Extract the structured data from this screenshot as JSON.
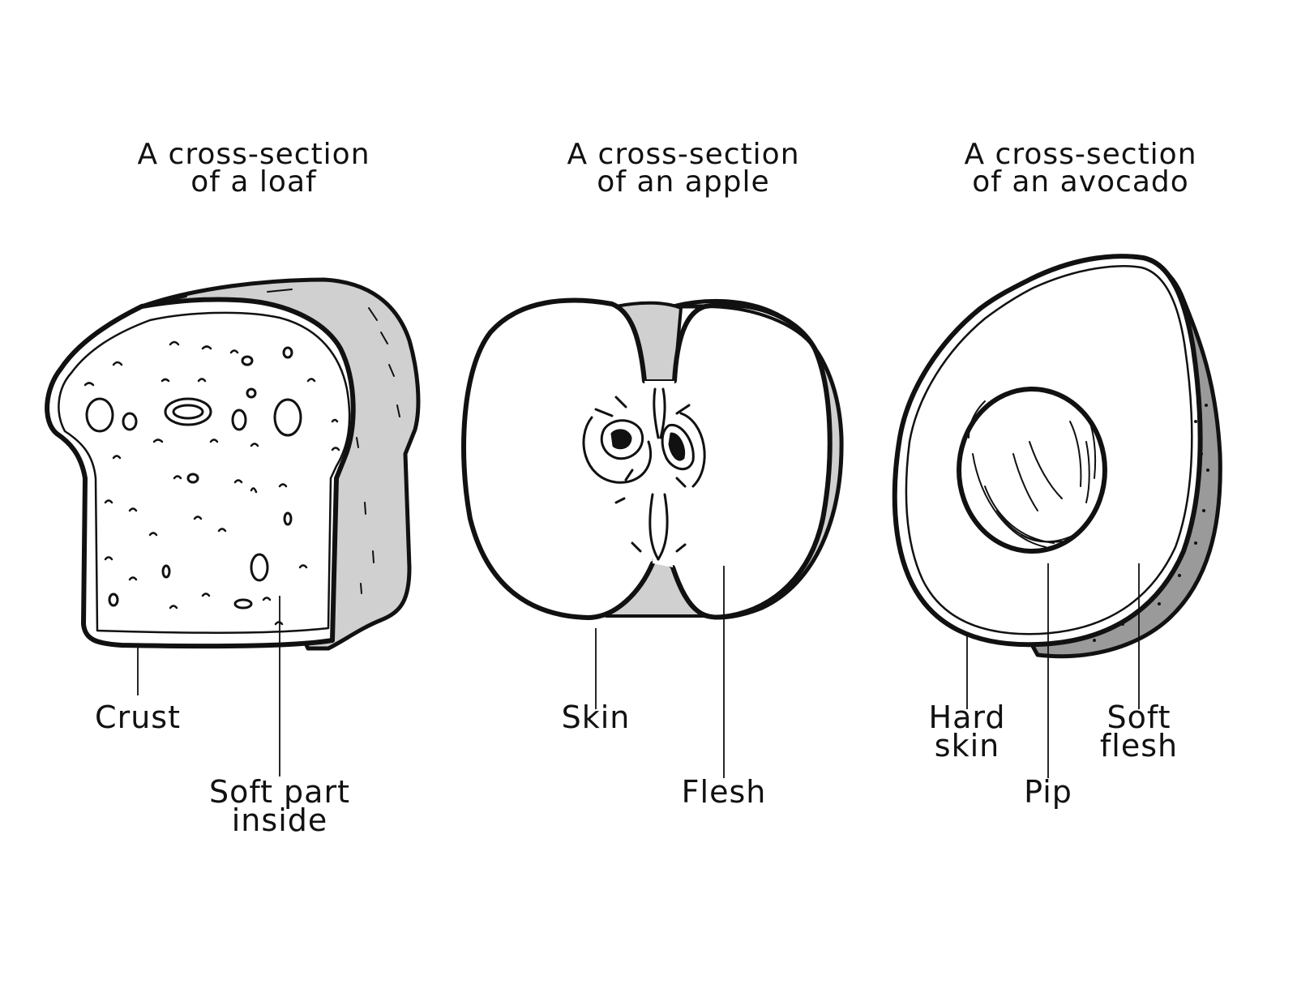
{
  "colors": {
    "ink": "#111111",
    "shade": "#d0d0d0",
    "paper": "#ffffff"
  },
  "loaf": {
    "title_line1": "A cross-section",
    "title_line2": "of a loaf",
    "crust_label": "Crust",
    "soft_label_line1": "Soft part",
    "soft_label_line2": "inside"
  },
  "apple": {
    "title_line1": "A cross-section",
    "title_line2": "of an apple",
    "skin_label": "Skin",
    "flesh_label": "Flesh"
  },
  "avocado": {
    "title_line1": "A cross-section",
    "title_line2": "of an avocado",
    "hard_skin_line1": "Hard",
    "hard_skin_line2": "skin",
    "pip_label": "Pip",
    "soft_flesh_line1": "Soft",
    "soft_flesh_line2": "flesh"
  }
}
